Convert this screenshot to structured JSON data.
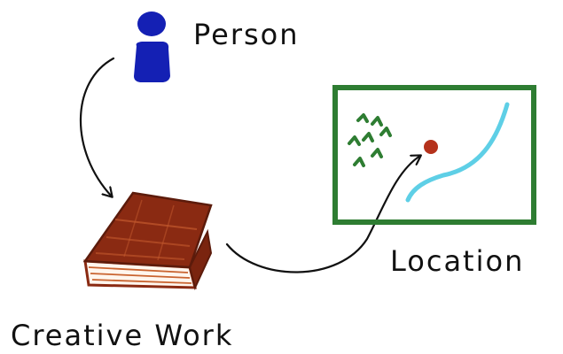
{
  "diagram": {
    "nodes": {
      "person": {
        "label": "Person",
        "icon": "person-icon",
        "color": "#1420b4"
      },
      "creative_work": {
        "label": "Creative Work",
        "icon": "book-icon",
        "color": "#8a2a12"
      },
      "location": {
        "label": "Location",
        "icon": "map-icon",
        "color": "#2e7d32"
      }
    },
    "edges": [
      {
        "from": "person",
        "to": "creative_work"
      },
      {
        "from": "creative_work",
        "to": "location"
      }
    ],
    "colors": {
      "ink": "#111111",
      "map_border": "#2e7d32",
      "map_trees": "#2e7d32",
      "map_river": "#5ecfe6",
      "map_pin": "#b5321c"
    }
  }
}
